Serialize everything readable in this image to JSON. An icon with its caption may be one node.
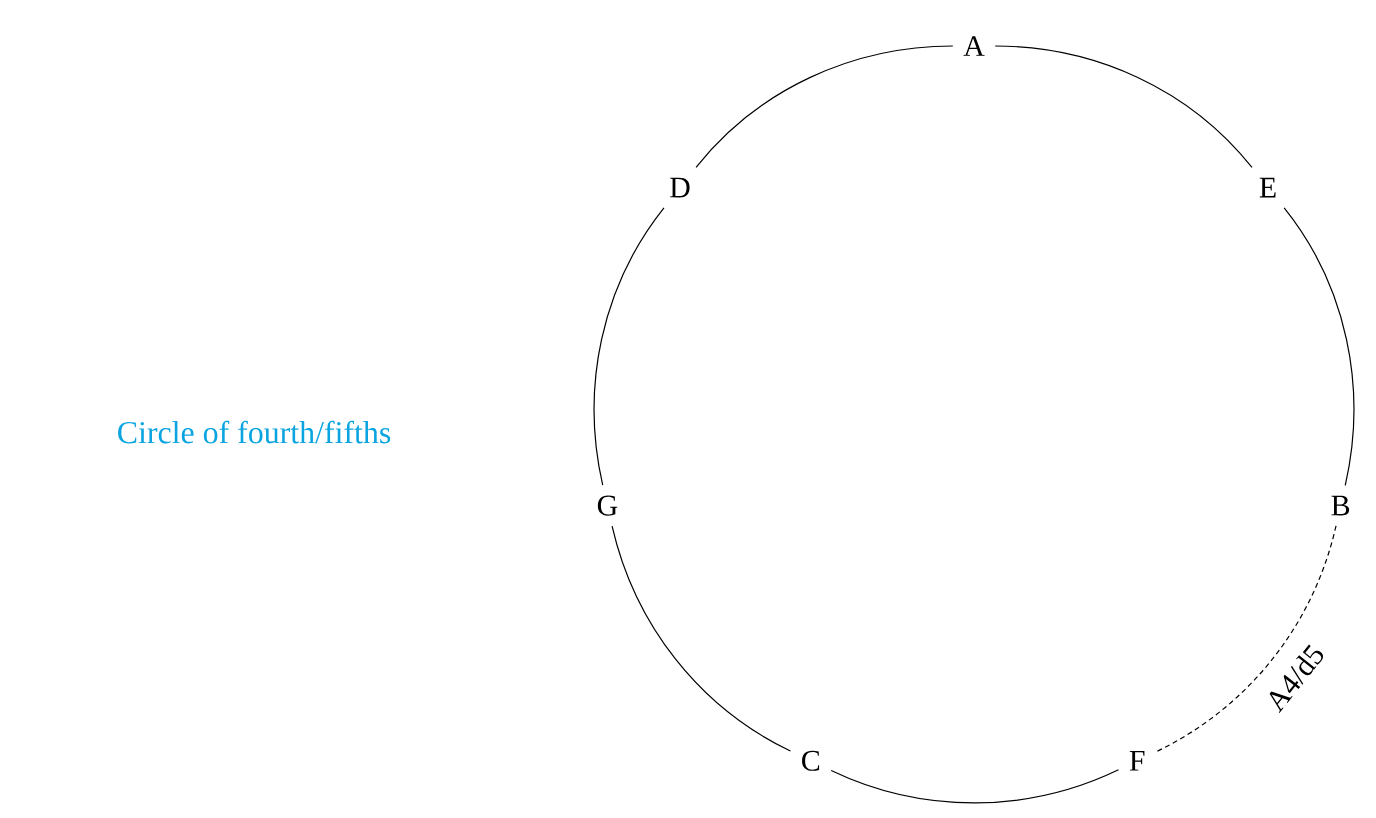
{
  "diagram": {
    "title": "Circle of fourth/fifths",
    "nodes": [
      {
        "text": [
          "A"
        ]
      },
      {
        "text": [
          "E"
        ]
      },
      {
        "text": [
          "B"
        ]
      },
      {
        "text": [
          "F"
        ]
      },
      {
        "text": [
          "C"
        ]
      },
      {
        "text": [
          "G"
        ]
      },
      {
        "text": [
          "D"
        ]
      }
    ],
    "edges": [
      {
        "from": 0,
        "to": 1,
        "arrow": "none"
      },
      {
        "from": 1,
        "to": 2,
        "arrow": "none"
      },
      {
        "from": 2,
        "to": 3,
        "arrow": "none",
        "style": "dashed",
        "label": "A4/d5"
      },
      {
        "from": 3,
        "to": 4,
        "arrow": "none"
      },
      {
        "from": 4,
        "to": 5,
        "arrow": "none"
      },
      {
        "from": 5,
        "to": 6,
        "arrow": "none"
      },
      {
        "from": 6,
        "to": 0,
        "arrow": "none"
      }
    ]
  }
}
